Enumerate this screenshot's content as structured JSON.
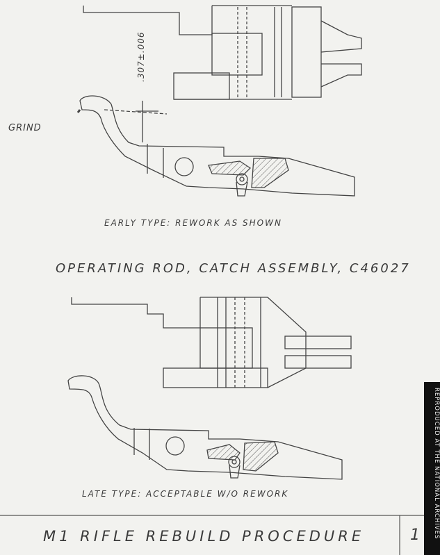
{
  "labels": {
    "grind": "GRIND",
    "dimension": ".307±.006",
    "early_caption": "EARLY TYPE: REWORK AS SHOWN",
    "main_title": "OPERATING ROD, CATCH ASSEMBLY, C46027",
    "late_caption": "LATE TYPE: ACCEPTABLE W/O REWORK",
    "footer_title": "M1 RIFLE REBUILD PROCEDURE",
    "page_number": "1",
    "archive_stamp": "REPRODUCED AT THE NATIONAL ARCHIVES"
  }
}
